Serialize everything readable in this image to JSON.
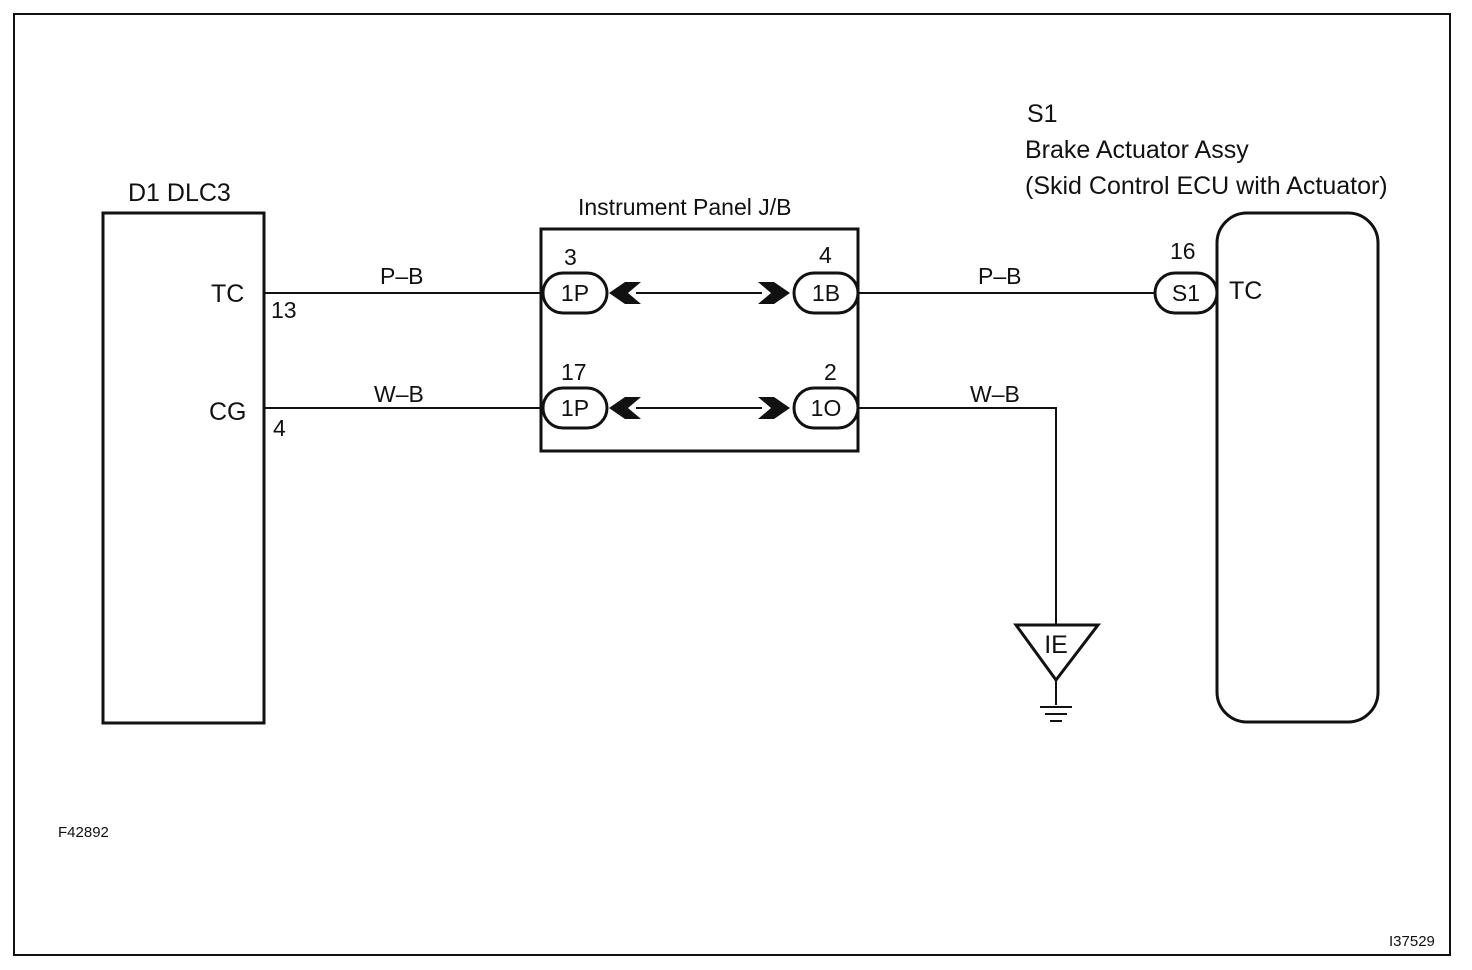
{
  "dlc": {
    "title": "D1 DLC3",
    "tc_label": "TC",
    "tc_pin": "13",
    "cg_label": "CG",
    "cg_pin": "4"
  },
  "jb": {
    "title": "Instrument Panel J/B",
    "tl_pin": "3",
    "tl_conn": "1P",
    "tr_pin": "4",
    "tr_conn": "1B",
    "bl_pin": "17",
    "bl_conn": "1P",
    "br_pin": "2",
    "br_conn": "1O"
  },
  "ecu": {
    "code": "S1",
    "name": "Brake Actuator Assy",
    "desc": "(Skid Control ECU with Actuator)",
    "pin": "16",
    "conn": "S1",
    "tc_label": "TC"
  },
  "wires": {
    "tc_left": "P–B",
    "cg_left": "W–B",
    "tc_right": "P–B",
    "cg_right": "W–B"
  },
  "ground": {
    "label": "IE"
  },
  "codes": {
    "figure": "F42892",
    "image": "I37529"
  }
}
